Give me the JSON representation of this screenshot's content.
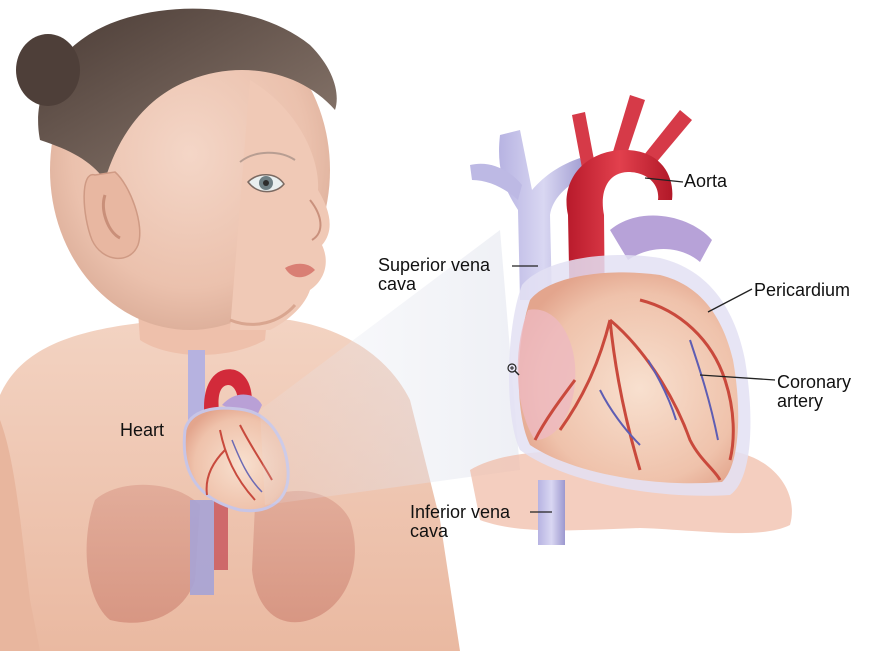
{
  "labels": {
    "heart": "Heart",
    "superior_vena_cava": "Superior vena\ncava",
    "aorta": "Aorta",
    "pericardium": "Pericardium",
    "coronary_artery": "Coronary\nartery",
    "inferior_vena_cava": "Inferior vena\ncava"
  },
  "colors": {
    "skin": "#efc5ad",
    "hair": "#5b4a42",
    "aorta_red": "#cf2a3a",
    "vein_blue": "#8a86c6",
    "heart_tissue": "#f0c6b0",
    "pericardium": "#d9d6ef",
    "leader_line": "#222222"
  },
  "icons": {
    "cursor": "zoom-in-cursor-icon"
  }
}
